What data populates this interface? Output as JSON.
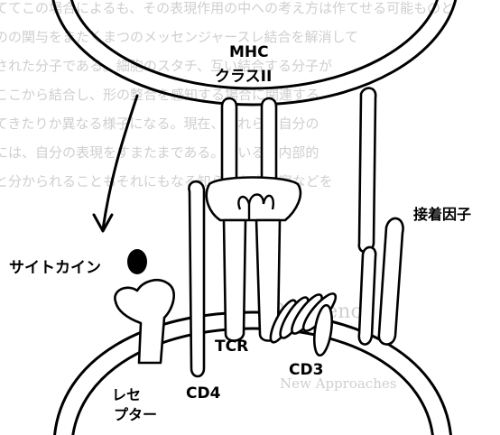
{
  "labels": {
    "mhc_line1": "MHC",
    "mhc_line2": "クラスII",
    "cytokine": "サイトカイン",
    "receptor_line1": "レセ",
    "receptor_line2": "プター",
    "tcr": "TCR",
    "cd4": "CD4",
    "cd3": "CD3",
    "adhesion": "接着因子"
  },
  "colors": {
    "ink": "#000000",
    "background": "#ffffff",
    "show_through_text": "#cfcfcf"
  }
}
